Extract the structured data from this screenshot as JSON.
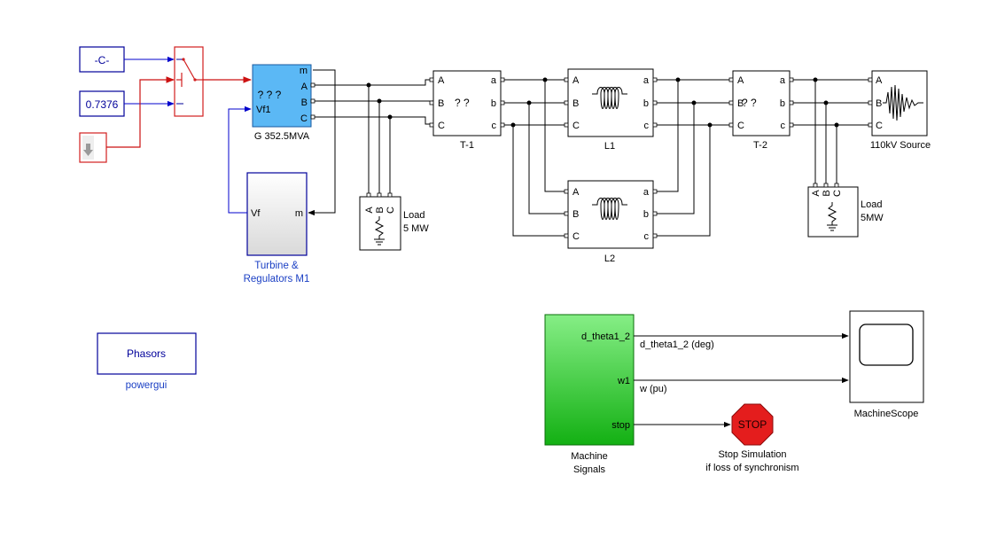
{
  "blocks": {
    "const_c": "-C-",
    "const_val": "0.7376",
    "generator": {
      "inner": "? ? ?",
      "port_m": "m",
      "port_a": "A",
      "port_b": "B",
      "port_c": "C",
      "port_vf": "Vf1",
      "name": "G 352.5MVA"
    },
    "turbine": {
      "port_vf": "Vf",
      "port_m": "m",
      "name_line1": "Turbine &",
      "name_line2": "Regulators M1"
    },
    "t1": {
      "inner": "? ?",
      "name": "T-1"
    },
    "l1": {
      "name": "L1"
    },
    "l2": {
      "name": "L2"
    },
    "t2": {
      "inner": "? ?",
      "name": "T-2"
    },
    "source": {
      "name": "110kV Source"
    },
    "load1": {
      "name_line1": "Load",
      "name_line2": "5 MW"
    },
    "load2": {
      "name_line1": "Load",
      "name_line2": "5MW"
    },
    "powergui": {
      "inner": "Phasors",
      "name": "powergui"
    },
    "machine_signals": {
      "port1": "d_theta1_2",
      "port2": "w1",
      "port3": "stop",
      "name_line1": "Machine",
      "name_line2": "Signals"
    },
    "scope": {
      "name": "MachineScope"
    },
    "stop": {
      "inner": "STOP",
      "name_line1": "Stop Simulation",
      "name_line2": "if loss of synchronism"
    }
  },
  "ports": {
    "A": "A",
    "B": "B",
    "C": "C",
    "a": "a",
    "b": "b",
    "c": "c"
  },
  "signals": {
    "s1": "d_theta1_2 (deg)",
    "s2": "w (pu)"
  },
  "colors": {
    "generator": "#5bb8f5",
    "machine_signals_top": "#7fe77f",
    "machine_signals_bottom": "#12b012",
    "stop": "#e41d1d",
    "signal_blue": "#0000cc",
    "signal_red": "#cc1111"
  }
}
